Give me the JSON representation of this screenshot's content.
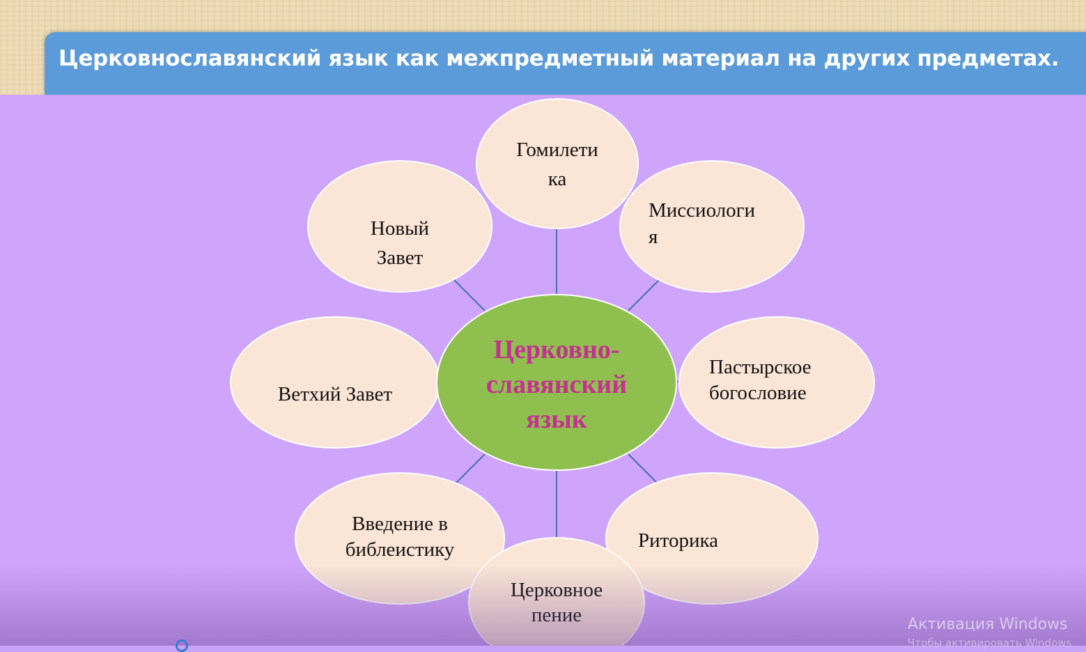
{
  "slide": {
    "title": "Церковнославянский язык как межпредметный материал на других предметах.",
    "center": {
      "lines": [
        "Церковно-",
        "славянский",
        "язык"
      ]
    },
    "subjects": [
      {
        "id": "homiletics",
        "lines": [
          "Гомилети",
          "ка"
        ]
      },
      {
        "id": "missiology",
        "lines": [
          "Миссиологи",
          "я"
        ]
      },
      {
        "id": "new-testament",
        "lines": [
          "Новый",
          "Завет"
        ]
      },
      {
        "id": "old-testament",
        "lines": [
          "Ветхий Завет"
        ]
      },
      {
        "id": "pastoral-theology",
        "lines": [
          "Пастырское",
          "богословие"
        ]
      },
      {
        "id": "intro-biblical-studies",
        "lines": [
          "Введение в",
          "библеистику"
        ]
      },
      {
        "id": "rhetoric",
        "lines": [
          "Риторика"
        ]
      },
      {
        "id": "church-singing",
        "lines": [
          "Церковное",
          "пение"
        ]
      }
    ]
  },
  "colors": {
    "title_bar": "#5b9bd9",
    "slide_background": "#cfa4fb",
    "node_fill": "#fbe5d6",
    "center_fill": "#8fc04f",
    "center_text": "#c4318f",
    "connector": "#4a72b0"
  },
  "watermark": {
    "title": "Активация Windows",
    "subtitle": "Чтобы активировать Windows"
  }
}
